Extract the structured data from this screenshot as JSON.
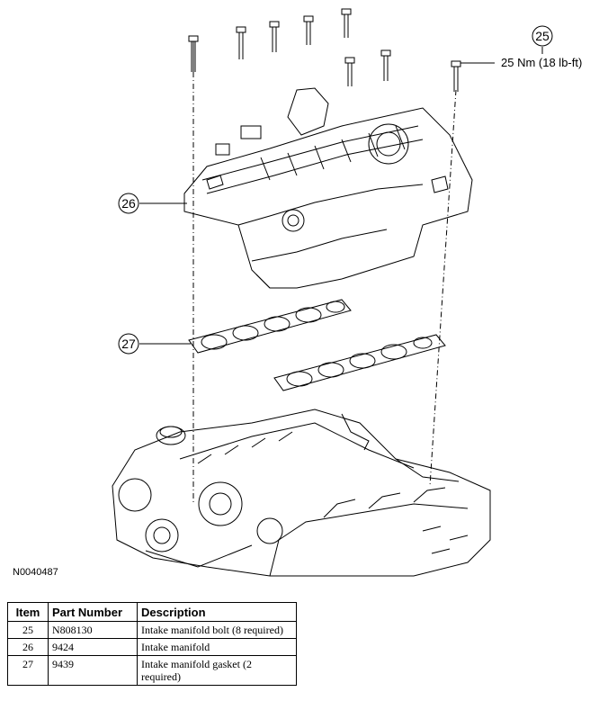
{
  "figure": {
    "id": "N0040487",
    "callouts": [
      {
        "number": "25",
        "label": "25 Nm (18 lb-ft)"
      },
      {
        "number": "26"
      },
      {
        "number": "27"
      }
    ]
  },
  "table": {
    "headers": {
      "item": "Item",
      "part_number": "Part Number",
      "description": "Description"
    },
    "rows": [
      {
        "item": "25",
        "part_number": "N808130",
        "description": "Intake manifold bolt (8 required)"
      },
      {
        "item": "26",
        "part_number": "9424",
        "description": "Intake manifold"
      },
      {
        "item": "27",
        "part_number": "9439",
        "description": "Intake manifold gasket (2 required)"
      }
    ]
  }
}
